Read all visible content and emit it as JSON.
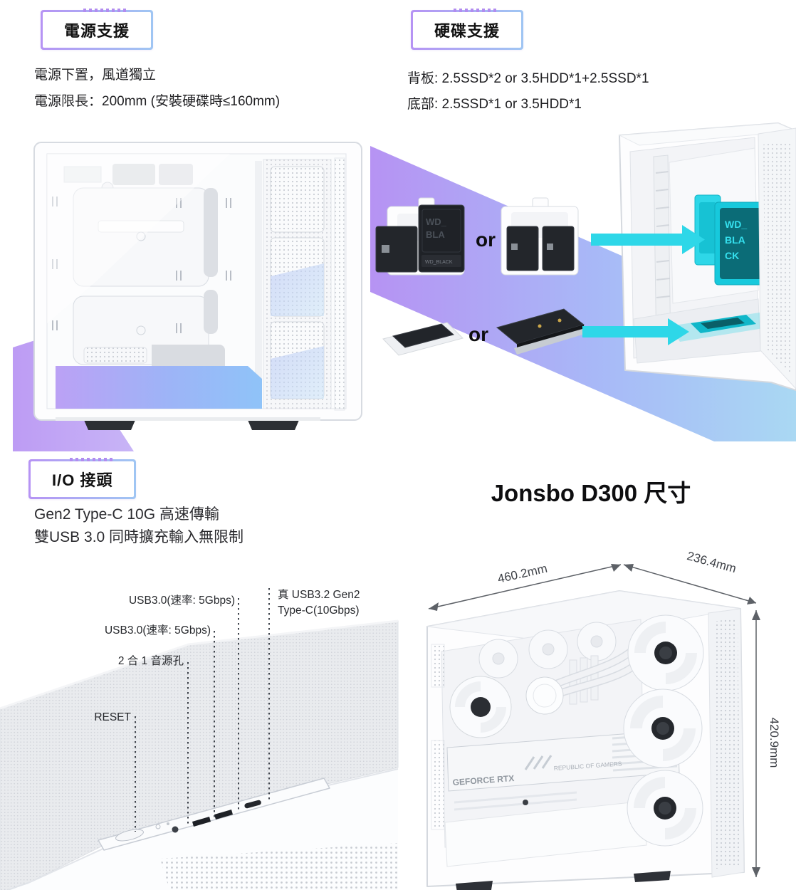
{
  "colors": {
    "badge_gradient_left": "#b693f4",
    "badge_gradient_right": "#9fc6f3",
    "band_purple": "#b28df2",
    "band_periwinkle": "#a3b6f7",
    "accent_cyan": "#2ed7e8",
    "drive_dark": "#23262b",
    "text_dark": "#1c1c1e"
  },
  "power": {
    "badge": "電源支援",
    "line1": "電源下置，風道獨立",
    "line2": "電源限長：200mm (安裝硬碟時≤160mm)"
  },
  "drives": {
    "badge": "硬碟支援",
    "line1": "背板:  2.5SSD*2 or 3.5HDD*1+2.5SSD*1",
    "line2": "底部:  2.5SSD*1 or 3.5HDD*1",
    "or1": "or",
    "or2": "or",
    "hdd_text1": "WD_",
    "hdd_text2": "BLA",
    "hdd_plate": "WD_BLACK",
    "cyan_text1": "WD_",
    "cyan_text2": "BLA",
    "cyan_text3": "CK"
  },
  "io": {
    "badge": "I/O 接頭",
    "line1": "Gen2 Type-C 10G  高速傳輸",
    "line2": "雙USB 3.0  同時擴充輸入無限制",
    "label_usb_top": "USB3.0(速率:  5Gbps)",
    "label_typec_1": "真 USB3.2 Gen2",
    "label_typec_2": "Type-C(10Gbps)",
    "label_usb_bottom": "USB3.0(速率:  5Gbps)",
    "label_audio": "2 合 1 音源孔",
    "label_reset": "RESET"
  },
  "dimensions": {
    "title": "Jonsbo D300 尺寸",
    "width_mm": "460.2mm",
    "depth_mm": "236.4mm",
    "height_mm": "420.9mm",
    "gpu_text1": "GEFORCE RTX",
    "gpu_text2": "REPUBLIC OF GAMERS"
  }
}
